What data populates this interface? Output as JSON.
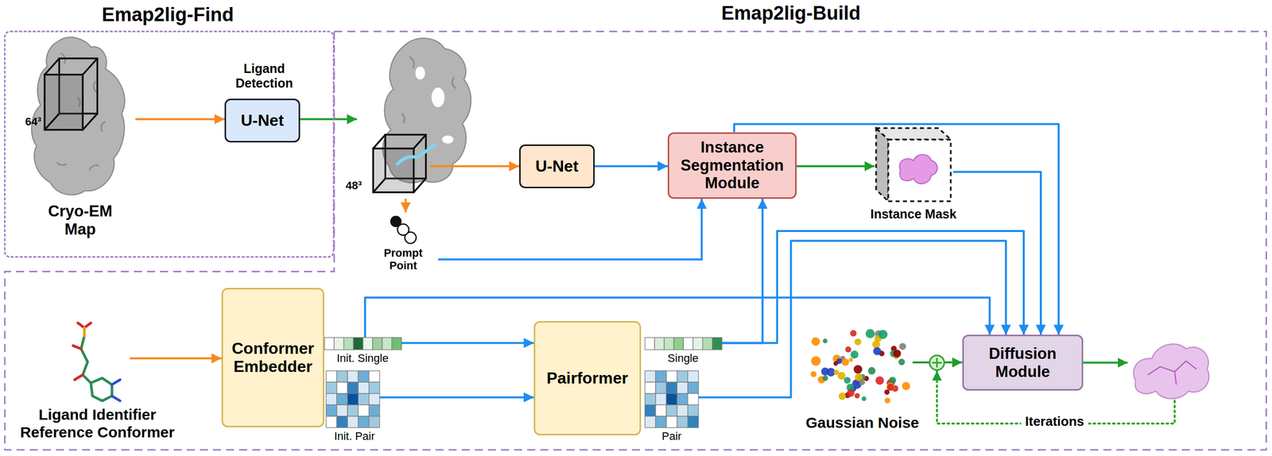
{
  "diagram": {
    "nodes": [
      {
        "text": [
          "Emap2lig-Find"
        ]
      },
      {
        "text": [
          "Emap2lig-Build"
        ]
      },
      {
        "text": [
          "64³",
          "Cryo-EM Map"
        ],
        "in": 0
      },
      {
        "text": [
          "Ligand Detection",
          "U-Net"
        ],
        "in": 0
      },
      {
        "text": [
          "48³"
        ],
        "in": 1
      },
      {
        "text": [
          "U-Net"
        ],
        "in": 1
      },
      {
        "text": [
          "Prompt Point"
        ],
        "in": 1
      },
      {
        "text": [
          "Instance Segmentation Module"
        ],
        "in": 1
      },
      {
        "text": [
          "Instance Mask"
        ],
        "in": 1
      },
      {
        "text": [
          "Ligand Identifier Reference Conformer"
        ],
        "in": 1
      },
      {
        "text": [
          "Conformer Embedder"
        ],
        "in": 1
      },
      {
        "text": [
          "Init. Single"
        ],
        "in": 1
      },
      {
        "text": [
          "Init. Pair"
        ],
        "in": 1
      },
      {
        "text": [
          "Pairformer"
        ],
        "in": 1
      },
      {
        "text": [
          "Single"
        ],
        "in": 1
      },
      {
        "text": [
          "Pair"
        ],
        "in": 1
      },
      {
        "text": [
          "Gaussian Noise"
        ],
        "in": 1
      },
      {
        "text": [
          "Diffusion Module"
        ],
        "in": 1
      }
    ],
    "edges": [
      {
        "from": 2,
        "to": 3,
        "arrow": "to"
      },
      {
        "from": 3,
        "to": 4,
        "arrow": "to"
      },
      {
        "from": 4,
        "to": 5,
        "arrow": "to"
      },
      {
        "from": 4,
        "to": 6,
        "arrow": "to"
      },
      {
        "from": 5,
        "to": 7,
        "arrow": "to"
      },
      {
        "from": 6,
        "to": 7,
        "arrow": "to"
      },
      {
        "from": 7,
        "to": 8,
        "arrow": "to"
      },
      {
        "from": 7,
        "to": 17,
        "arrow": "to"
      },
      {
        "from": 8,
        "to": 17,
        "arrow": "to"
      },
      {
        "from": 9,
        "to": 10,
        "arrow": "to"
      },
      {
        "from": 11,
        "to": 13,
        "arrow": "to"
      },
      {
        "from": 12,
        "to": 13,
        "arrow": "to"
      },
      {
        "from": 11,
        "to": 17,
        "arrow": "to"
      },
      {
        "from": 14,
        "to": 7,
        "arrow": "to"
      },
      {
        "from": 14,
        "to": 17,
        "arrow": "to"
      },
      {
        "from": 15,
        "to": 17,
        "arrow": "to"
      },
      {
        "from": 16,
        "to": 17,
        "arrow": "to"
      }
    ],
    "labels": [
      "Iterations"
    ]
  }
}
